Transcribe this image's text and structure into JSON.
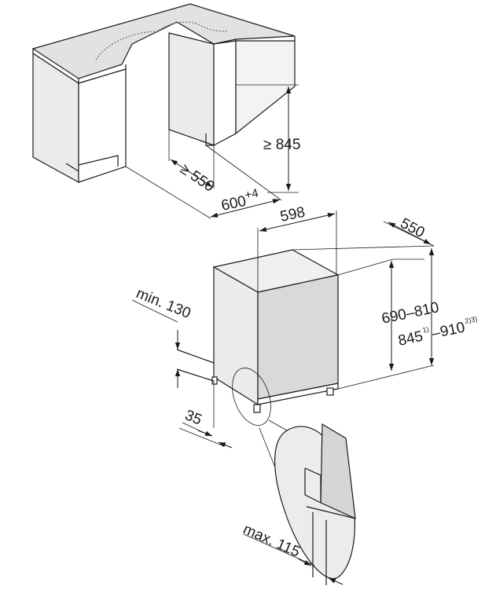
{
  "dimensions": {
    "niche_width": "600",
    "niche_width_tolerance": "+4",
    "niche_depth": "≥ 550",
    "niche_height": "≥ 845",
    "appliance_width": "598",
    "appliance_depth": "550",
    "door_height": "690–810",
    "height_range_start": "845",
    "height_range_start_note": "1)",
    "height_range_end": "–910",
    "height_range_end_note": "2)3)",
    "plinth_min": "min. 130",
    "plinth_depth": "35",
    "max_offset": "max. 115"
  }
}
